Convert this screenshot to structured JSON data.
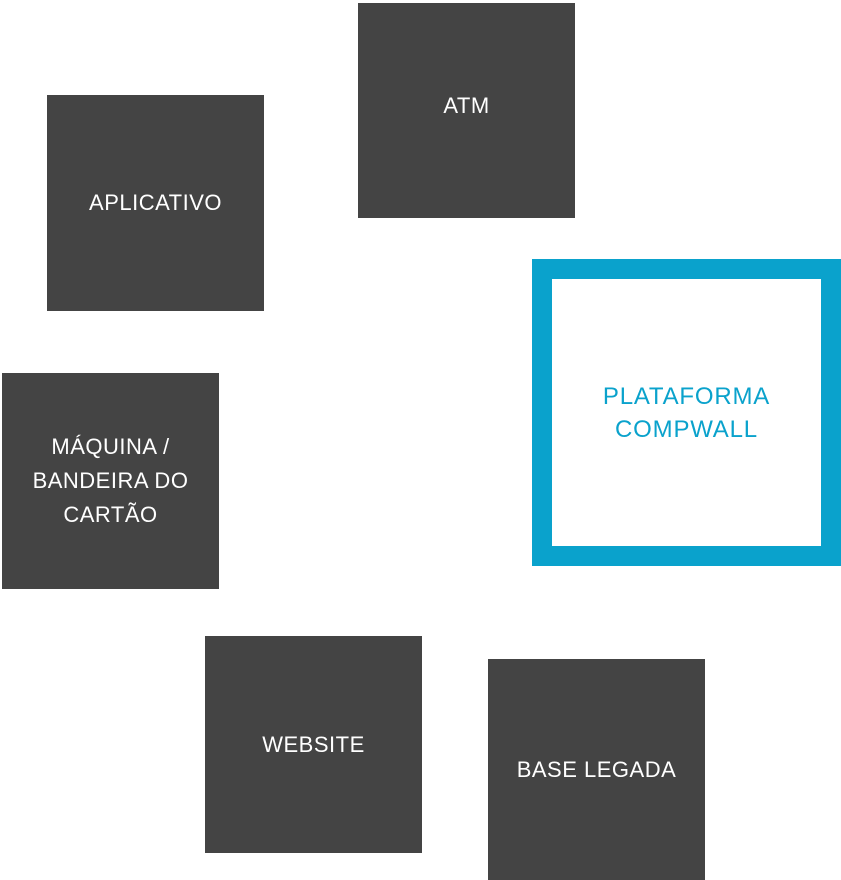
{
  "diagram": {
    "nodes": {
      "atm": "ATM",
      "aplicativo": "APLICATIVO",
      "plataforma": "PLATAFORMA\nCOMPWALL",
      "maquina": "MÁQUINA /\nBANDEIRA DO\nCARTÃO",
      "website": "WEBSITE",
      "base_legada": "BASE LEGADA"
    },
    "colors": {
      "box_dark": "#444444",
      "box_text": "#ffffff",
      "accent": "#0aa2cc",
      "background": "#ffffff"
    }
  }
}
